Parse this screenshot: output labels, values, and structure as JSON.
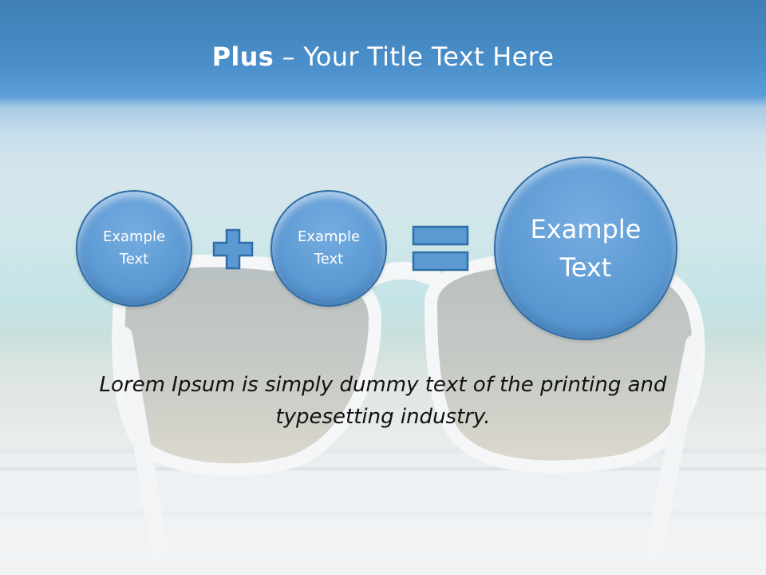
{
  "slide": {
    "title_bold": "Plus",
    "title_rest": " – Your Title Text Here",
    "circle_1": "Example\nText",
    "circle_2": "Example\nText",
    "circle_3": "Example\nText",
    "caption": "Lorem Ipsum is simply dummy text of the printing and typesetting industry."
  },
  "colors": {
    "accent": "#5b99d3",
    "accent_border": "#2f6ea6",
    "title_bar": "#4a8fca"
  },
  "icons": [
    "sunglasses-illustration",
    "plus-icon",
    "equals-icon"
  ]
}
